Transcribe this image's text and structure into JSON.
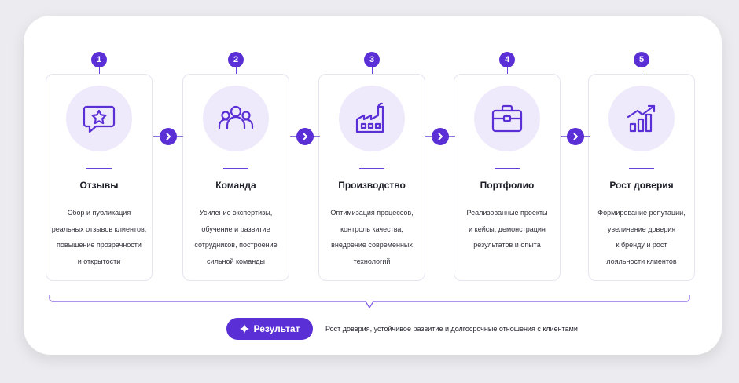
{
  "steps": [
    {
      "number": "1",
      "title": "Отзывы",
      "icon": "chat-star-icon",
      "description": [
        "Сбор и публикация",
        "реальных отзывов клиентов,",
        "повышение прозрачности",
        "и открытости"
      ]
    },
    {
      "number": "2",
      "title": "Команда",
      "icon": "team-icon",
      "description": [
        "Усиление экспертизы,",
        "обучение и развитие",
        "сотрудников, построение",
        "сильной команды"
      ]
    },
    {
      "number": "3",
      "title": "Производство",
      "icon": "factory-icon",
      "description": [
        "Оптимизация процессов,",
        "контроль качества,",
        "внедрение современных",
        "технологий"
      ]
    },
    {
      "number": "4",
      "title": "Портфолио",
      "icon": "briefcase-icon",
      "description": [
        "Реализованные проекты",
        "и кейсы, демонстрация",
        "результатов и опыта"
      ]
    },
    {
      "number": "5",
      "title": "Рост доверия",
      "icon": "growth-chart-icon",
      "description": [
        "Формирование репутации,",
        "увеличение доверия",
        "к бренду и рост",
        "лояльности клиентов"
      ]
    }
  ],
  "result": {
    "label": "Результат",
    "icon": "sparkle-icon",
    "text": "Рост доверия, устойчивое развитие и долгосрочные отношения с клиентами"
  },
  "colors": {
    "accent": "#5b2fd6",
    "icon_bg": "#efeafb",
    "card_border": "#e6e4ef"
  }
}
